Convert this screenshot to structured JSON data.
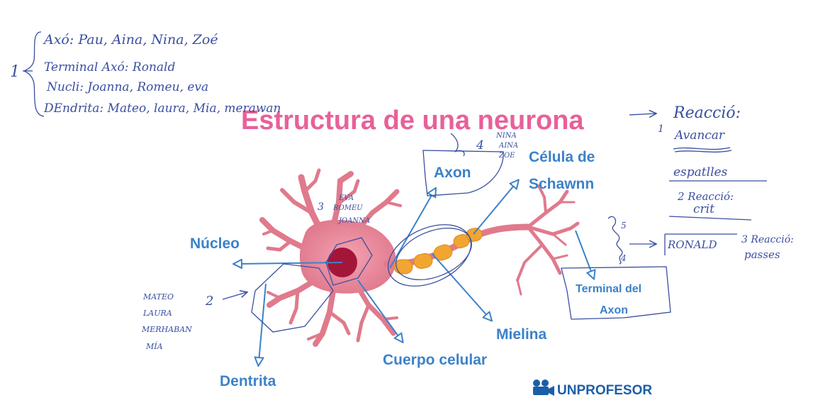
{
  "title": "Estructura de una neurona",
  "labels": {
    "axon": "Axon",
    "schwann_1": "Célula de",
    "schwann_2": "Schawnn",
    "nucleo": "Núcleo",
    "mielina": "Mielina",
    "cuerpo": "Cuerpo celular",
    "dentrita": "Dentrita",
    "terminal_1": "Terminal del",
    "terminal_2": "Axon"
  },
  "logo_text": "UNPROFESOR",
  "notes": {
    "list_number": "1",
    "line1": "Axó: Pau, Aina, Nina, Zoé",
    "line2": "Terminal Axó: Ronald",
    "line3": "Nucli: Joanna, Romeu, eva",
    "line4": "DEndrita: Mateo, laura, Mia, merawan",
    "reaccio_number": "1",
    "reaccio_title": "Reacció:",
    "reaccio_1a": "Avancar",
    "reaccio_1b": "espatlles",
    "reaccio_2": "2 Reacció:",
    "reaccio_2b": "crit",
    "reaccio_3": "3 Reacció:",
    "reaccio_3b": "passes",
    "ronald": "RONALD",
    "axon_group_num": "4",
    "axon_group_1": "NINA",
    "axon_group_2": "AINA",
    "axon_group_3": "ZOE",
    "nucleus_group_num": "3",
    "nucleus_group_1": "EVA",
    "nucleus_group_2": "ROMEU",
    "nucleus_group_3": "JOANNA",
    "dendrite_group_num": "2",
    "dendrite_group_1": "MATEO",
    "dendrite_group_2": "LAURA",
    "dendrite_group_3": "MERHABAN",
    "dendrite_group_4": "MÍA",
    "mark_4": "4",
    "mark_5": "5"
  },
  "colors": {
    "title": "#e8609a",
    "label": "#3b82c9",
    "ink": "#3a4fa0",
    "neuron": "#e07a8c",
    "nucleus": "#a3163a",
    "myelin": "#f2a531"
  }
}
